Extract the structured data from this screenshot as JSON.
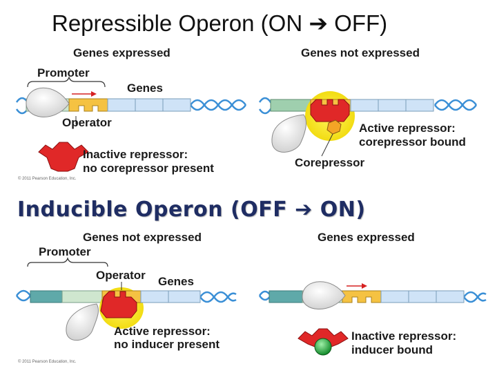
{
  "titles": {
    "repressible": "Repressible Operon (ON  OFF)",
    "inducible": "Inducible Operon (OFF  ON)"
  },
  "repressible": {
    "left_heading": "Genes expressed",
    "right_heading": "Genes not expressed",
    "promoter": "Promoter",
    "genes": "Genes",
    "operator": "Operator",
    "inactive_line1": "Inactive repressor:",
    "inactive_line2": "no corepressor present",
    "active_line1": "Active repressor:",
    "active_line2": "corepressor bound",
    "corepressor": "Corepressor",
    "copyright": "© 2011 Pearson Education, Inc."
  },
  "inducible": {
    "left_heading": "Genes not expressed",
    "right_heading": "Genes expressed",
    "promoter": "Promoter",
    "operator": "Operator",
    "genes": "Genes",
    "active_line1": "Active repressor:",
    "active_line2": "no inducer present",
    "inactive_line1": "Inactive repressor:",
    "inactive_line2": "inducer bound",
    "copyright": "© 2011 Pearson Education, Inc."
  },
  "colors": {
    "dna_helix": "#3a8fd6",
    "promoter_region": "#cfe6cf",
    "promoter_dark": "#5fa9a9",
    "operator": "#f5c242",
    "genes": "#cfe3f7",
    "repressor": "#e02828",
    "glow": "#f7e41a",
    "rna_polymerase": "#e3e3e3",
    "inducer": "#1faa3a",
    "arrow": "#d62020"
  },
  "icons": [
    "right-arrow-icon"
  ]
}
